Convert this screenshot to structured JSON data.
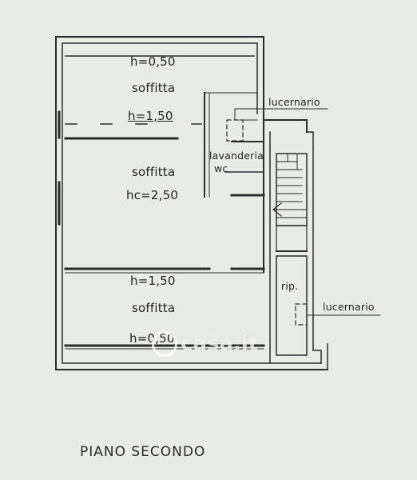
{
  "plan": {
    "title": "PIANO SECONDO",
    "rooms": {
      "top": {
        "h_low": "h=0,50",
        "name": "soffitta",
        "h_high": "h=1,50"
      },
      "middle": {
        "name": "soffitta",
        "hc": "hc=2,50"
      },
      "bottom": {
        "h_high": "h=1,50",
        "name": "soffitta",
        "h_low": "h=0,50"
      },
      "laundry": {
        "name": "lavanderia",
        "wc": "wc"
      },
      "storage": {
        "name": "rip."
      }
    },
    "annotations": {
      "skylight_1": "lucernario",
      "skylight_2": "lucernario"
    },
    "watermark": "casa.it"
  },
  "colors": {
    "paper": "#e8ebe6",
    "ink": "#2b2b2b"
  }
}
